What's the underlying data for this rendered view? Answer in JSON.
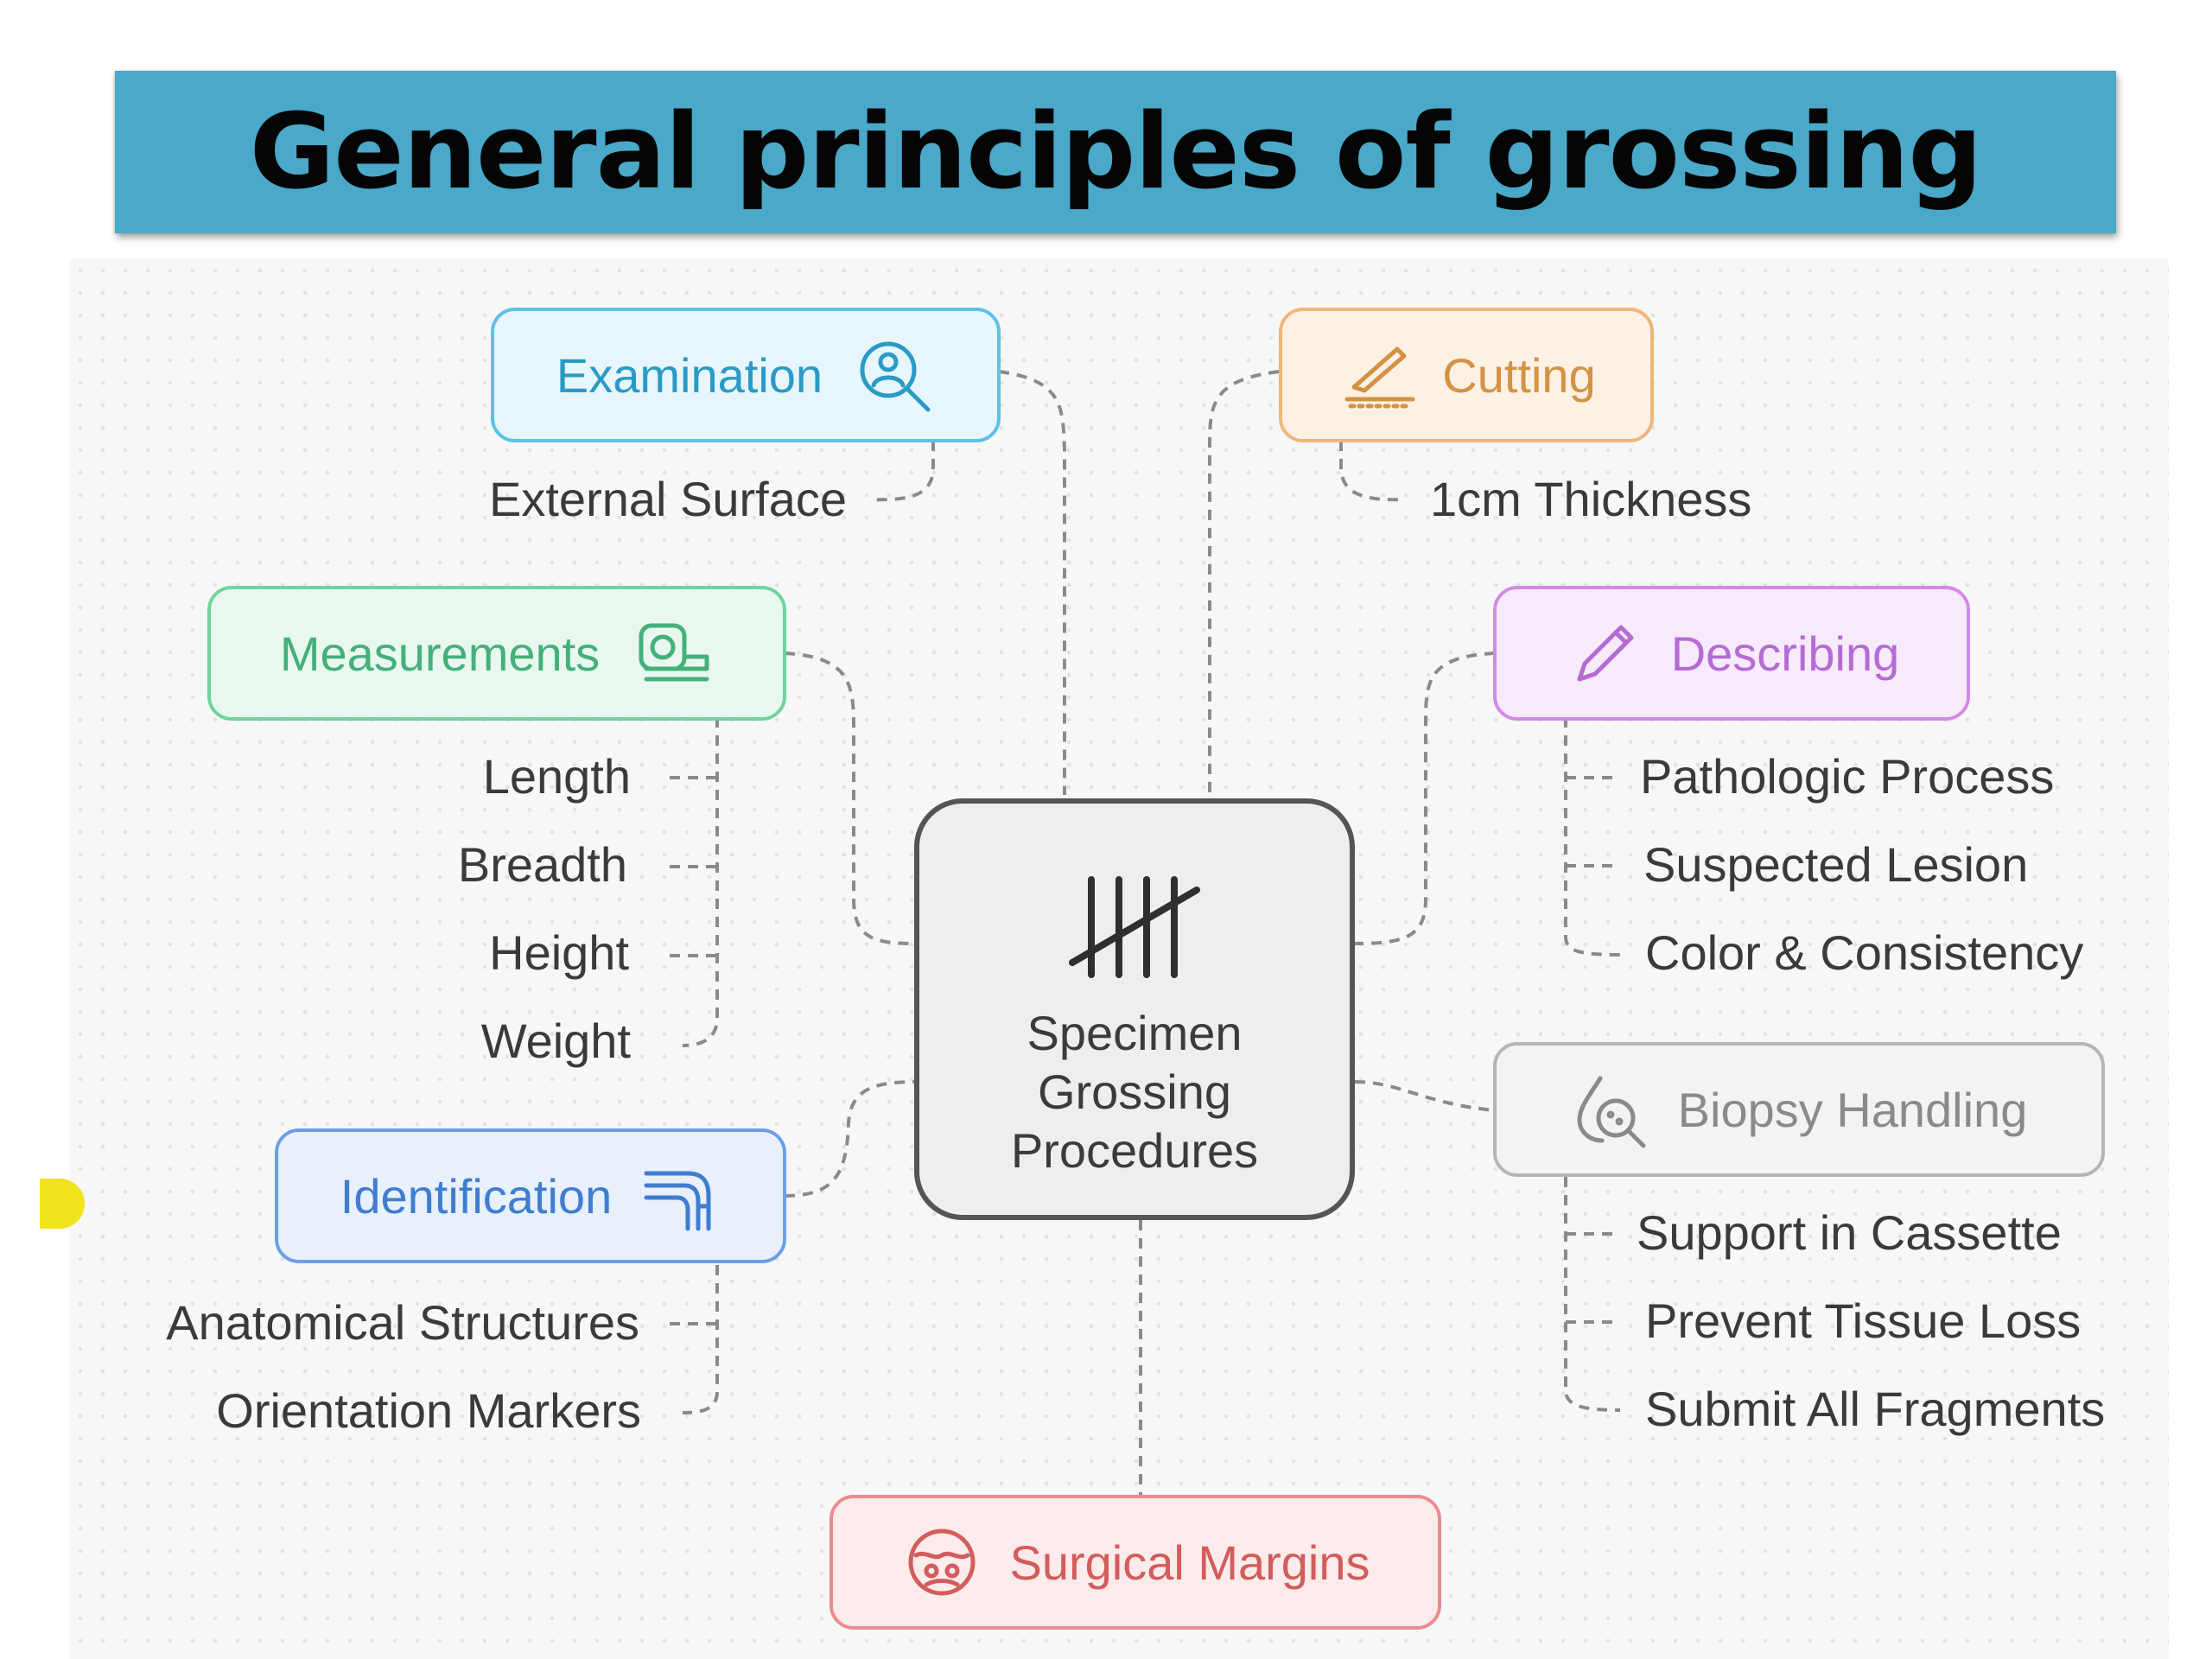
{
  "title": "General principles of grossing",
  "center": {
    "label": "Specimen Grossing Procedures",
    "icon": "tally-marks-icon"
  },
  "nodes": {
    "examination": {
      "label": "Examination",
      "icon": "person-magnifier-icon",
      "color": "#2b9fd0",
      "bg": "#e6f6fc",
      "text_color": "#2a9ac6",
      "leaves": [
        "External Surface"
      ]
    },
    "cutting": {
      "label": "Cutting",
      "icon": "scalpel-cut-icon",
      "color": "#e8a45a",
      "bg": "#fdf0e1",
      "text_color": "#d39244",
      "leaves": [
        "1cm Thickness"
      ]
    },
    "measurements": {
      "label": "Measurements",
      "icon": "tape-measure-icon",
      "color": "#57c38a",
      "bg": "#e8f7ee",
      "text_color": "#45b07a",
      "leaves": [
        "Length",
        "Breadth",
        "Height",
        "Weight"
      ]
    },
    "describing": {
      "label": "Describing",
      "icon": "pen-icon",
      "color": "#c46ee0",
      "bg": "#f6e8fb",
      "text_color": "#b56bd4",
      "leaves": [
        "Pathologic Process",
        "Suspected Lesion",
        "Color & Consistency"
      ]
    },
    "identification": {
      "label": "Identification",
      "icon": "anatomy-knee-icon",
      "color": "#4a86dd",
      "bg": "#e6effc",
      "text_color": "#3f7dd0",
      "leaves": [
        "Anatomical Structures",
        "Orientation Markers"
      ]
    },
    "biopsy_handling": {
      "label": "Biopsy Handling",
      "icon": "drop-magnifier-icon",
      "color": "#9a9a9a",
      "bg": "#f1f1f1",
      "text_color": "#8a8a8a",
      "leaves": [
        "Support in Cassette",
        "Prevent Tissue Loss",
        "Submit All Fragments"
      ]
    },
    "surgical_margins": {
      "label": "Surgical Margins",
      "icon": "tissue-circle-icon",
      "color": "#e06b6b",
      "bg": "#fbeaea",
      "text_color": "#d35c5c",
      "leaves": []
    }
  }
}
